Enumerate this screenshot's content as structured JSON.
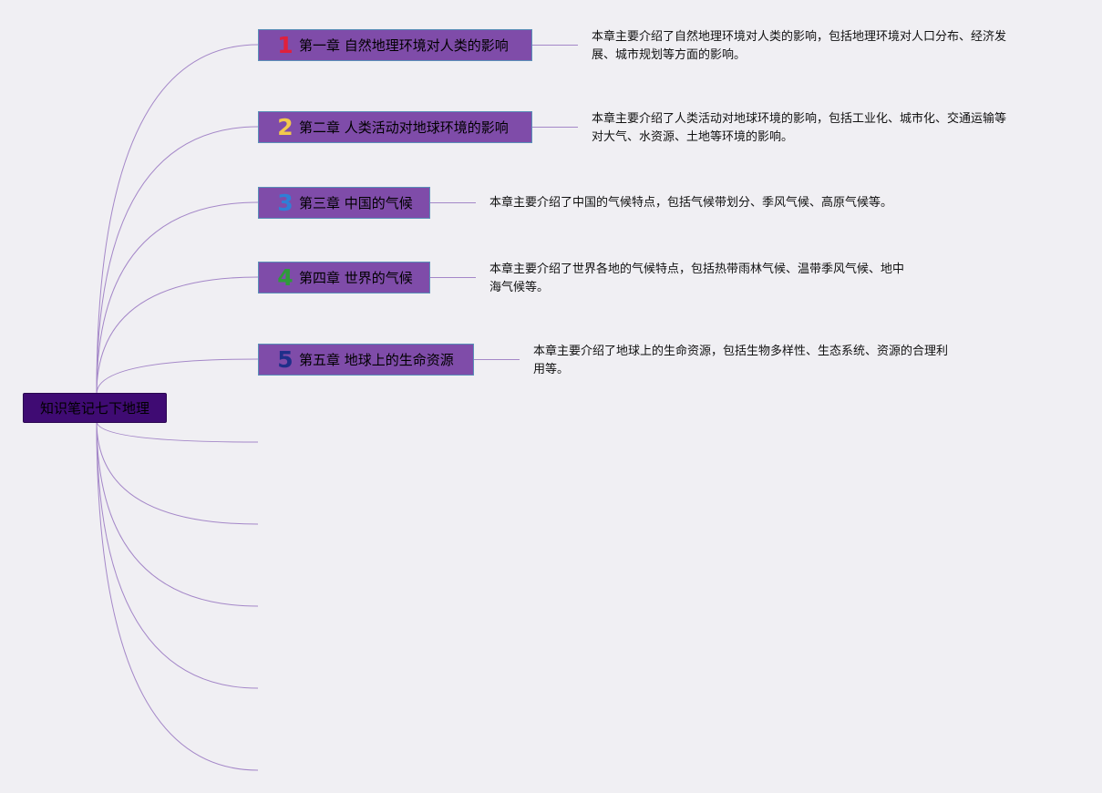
{
  "root": {
    "label": "知识笔记七下地理"
  },
  "topics": [
    {
      "num": "1",
      "num_color": "#e0203c",
      "label": "第一章 自然地理环境对人类的影响",
      "desc_line1": "本章主要介绍了自然地理环境对人类的影响，包括地理环境对人口分布、经济发",
      "desc_line2": "展、城市规划等方面的影响。"
    },
    {
      "num": "2",
      "num_color": "#f2c94c",
      "label": "第二章 人类活动对地球环境的影响",
      "desc_line1": "本章主要介绍了人类活动对地球环境的影响，包括工业化、城市化、交通运输等",
      "desc_line2": "对大气、水资源、土地等环境的影响。"
    },
    {
      "num": "3",
      "num_color": "#2f7fd6",
      "label": "第三章 中国的气候",
      "desc_line1": "本章主要介绍了中国的气候特点，包括气候带划分、季风气候、高原气候等。",
      "desc_line2": ""
    },
    {
      "num": "4",
      "num_color": "#2e9b3a",
      "label": "第四章 世界的气候",
      "desc_line1": "本章主要介绍了世界各地的气候特点，包括热带雨林气候、温带季风气候、地中",
      "desc_line2": "海气候等。"
    },
    {
      "num": "5",
      "num_color": "#1f2f8a",
      "label": "第五章 地球上的生命资源",
      "desc_line1": "本章主要介绍了地球上的生命资源，包括生物多样性、生态系统、资源的合理利",
      "desc_line2": "用等。"
    }
  ],
  "colors": {
    "root_bg": "#3f0b73",
    "topic_bg": "#7f4ca9",
    "link": "#a487c8"
  }
}
